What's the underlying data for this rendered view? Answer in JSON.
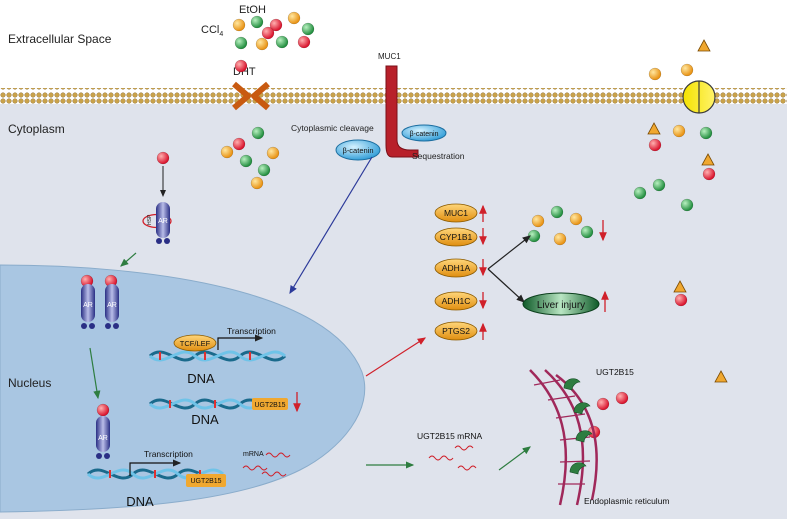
{
  "regions": {
    "extracellular": "Extracellular Space",
    "cytoplasm": "Cytoplasm",
    "nucleus": "Nucleus"
  },
  "molecules": {
    "etoh": "EtOH",
    "ccl4": "CCl",
    "ccl4_sub": "4",
    "dht": "DHT",
    "muc1_receptor": "MUC1",
    "beta_catenin": "β-catenin"
  },
  "processes": {
    "cleavage": "Cytoplasmic cleavage",
    "sequestration": "Sequestration",
    "transcription": "Transcription"
  },
  "receptors": {
    "ar": "AR",
    "hsp": "HSP"
  },
  "nucleus_elements": {
    "tcf_lef": "TCF/LEF",
    "dna": "DNA",
    "ugt2b15": "UGT2B15",
    "mrna": "mRNA"
  },
  "genes": [
    {
      "name": "MUC1",
      "direction": "up"
    },
    {
      "name": "CYP1B1",
      "direction": "down"
    },
    {
      "name": "ADH1A",
      "direction": "down"
    },
    {
      "name": "ADH1C",
      "direction": "down"
    },
    {
      "name": "PTGS2",
      "direction": "up"
    }
  ],
  "outcomes": {
    "liver_injury": "Liver injury",
    "ugt_mrna": "UGT2B15 mRNA",
    "ugt_protein": "UGT2B15",
    "er": "Endoplasmic reticulum"
  },
  "colors": {
    "cytoplasm": "#dfe3ec",
    "nucleus": "#a9c6e2",
    "membrane": "#c9a24a",
    "gene_fill": "#f0a830",
    "arrow_red": "#d0202a",
    "arrow_green": "#2e7d40",
    "arrow_blue": "#2c3a9a",
    "er": "#a0285a"
  }
}
